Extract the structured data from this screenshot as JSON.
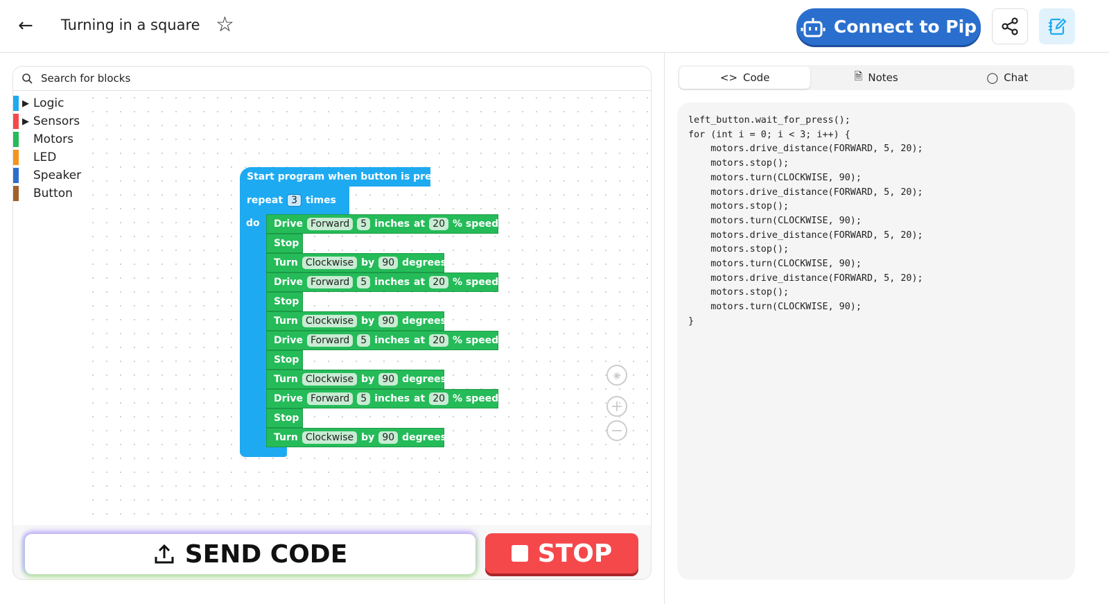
{
  "header": {
    "title": "Turning in a square",
    "connect_label": "Connect to Pip"
  },
  "search": {
    "placeholder": "Search for blocks"
  },
  "toolbox": [
    {
      "label": "Logic",
      "color": "#1eaaf1",
      "expandable": true
    },
    {
      "label": "Sensors",
      "color": "#f5484b",
      "expandable": true
    },
    {
      "label": "Motors",
      "color": "#25bb59",
      "expandable": false
    },
    {
      "label": "LED",
      "color": "#f7941d",
      "expandable": false
    },
    {
      "label": "Speaker",
      "color": "#2a6fce",
      "expandable": false
    },
    {
      "label": "Button",
      "color": "#a0612b",
      "expandable": false
    }
  ],
  "program": {
    "hat": "Start program when button is pressed",
    "repeat_label": "repeat",
    "repeat_count": "3",
    "times_label": "times",
    "do_label": "do",
    "steps": [
      {
        "type": "drive",
        "verb": "Drive",
        "dir": "Forward",
        "dist": "5",
        "unit": "inches",
        "at": "at",
        "speed": "20",
        "speed_unit": "% speed"
      },
      {
        "type": "stop",
        "verb": "Stop"
      },
      {
        "type": "turn",
        "verb": "Turn",
        "dir": "Clockwise",
        "by": "by",
        "deg": "90",
        "unit": "degrees"
      },
      {
        "type": "drive",
        "verb": "Drive",
        "dir": "Forward",
        "dist": "5",
        "unit": "inches",
        "at": "at",
        "speed": "20",
        "speed_unit": "% speed"
      },
      {
        "type": "stop",
        "verb": "Stop"
      },
      {
        "type": "turn",
        "verb": "Turn",
        "dir": "Clockwise",
        "by": "by",
        "deg": "90",
        "unit": "degrees"
      },
      {
        "type": "drive",
        "verb": "Drive",
        "dir": "Forward",
        "dist": "5",
        "unit": "inches",
        "at": "at",
        "speed": "20",
        "speed_unit": "% speed"
      },
      {
        "type": "stop",
        "verb": "Stop"
      },
      {
        "type": "turn",
        "verb": "Turn",
        "dir": "Clockwise",
        "by": "by",
        "deg": "90",
        "unit": "degrees"
      },
      {
        "type": "drive",
        "verb": "Drive",
        "dir": "Forward",
        "dist": "5",
        "unit": "inches",
        "at": "at",
        "speed": "20",
        "speed_unit": "% speed"
      },
      {
        "type": "stop",
        "verb": "Stop"
      },
      {
        "type": "turn",
        "verb": "Turn",
        "dir": "Clockwise",
        "by": "by",
        "deg": "90",
        "unit": "degrees"
      }
    ]
  },
  "buttons": {
    "send": "SEND CODE",
    "stop": "STOP"
  },
  "tabs": [
    {
      "label": "Code",
      "active": true
    },
    {
      "label": "Notes",
      "active": false
    },
    {
      "label": "Chat",
      "active": false
    }
  ],
  "code": "left_button.wait_for_press();\nfor (int i = 0; i < 3; i++) {\n    motors.drive_distance(FORWARD, 5, 20);\n    motors.stop();\n    motors.turn(CLOCKWISE, 90);\n    motors.drive_distance(FORWARD, 5, 20);\n    motors.stop();\n    motors.turn(CLOCKWISE, 90);\n    motors.drive_distance(FORWARD, 5, 20);\n    motors.stop();\n    motors.turn(CLOCKWISE, 90);\n    motors.drive_distance(FORWARD, 5, 20);\n    motors.stop();\n    motors.turn(CLOCKWISE, 90);\n}",
  "colors": {
    "brand": "#2a6fce",
    "blocks_control": "#1eaaf1",
    "blocks_motors": "#25bb59",
    "stop": "#f5484b"
  }
}
